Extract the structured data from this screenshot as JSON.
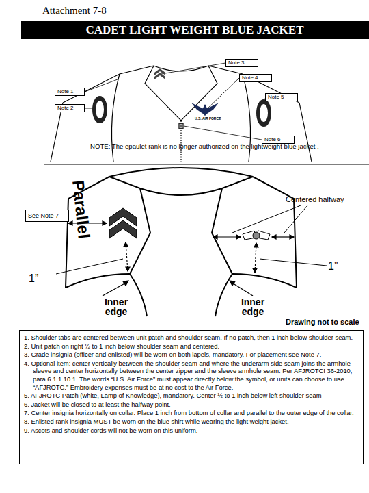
{
  "diagram": {
    "title": "CADET LIGHT WEIGHT BLUE JACKET",
    "nodes": [
      {
        "text": [
          "Note 3"
        ]
      },
      {
        "text": [
          "Note 4"
        ]
      },
      {
        "text": [
          "Note 1"
        ]
      },
      {
        "text": [
          "Note 2"
        ]
      },
      {
        "text": [
          "Note 5"
        ]
      },
      {
        "text": [
          "Note 6"
        ]
      },
      {
        "text": [
          "See Note 7"
        ]
      },
      {
        "text": [
          "1. Shoulder tabs are centered between unit patch and shoulder seam. If no patch, then 1 inch below shoulder seam.",
          "2. Unit patch on right ½ to 1 inch below shoulder seam and centered.",
          "3. Grade insignia (officer and enlisted) will be worn on both lapels, mandatory. For placement see Note 7.",
          "4. Optional item: center vertically between the shoulder seam and where the underarm side seam joins the armhole sleeve and center horizontally between the center zipper and the sleeve armhole seam. Per AFJROTCI 36-2010, para 6.1.1.10.1. The words “U.S. Air Force” must appear directly below the symbol, or units can choose to use “AFJROTC.” Embroidery expenses must be at no cost to the Air Force.",
          "5. AFJROTC Patch (white, Lamp of Knowledge), mandatory. Center ½ to 1 inch below left shoulder seam",
          "6. Jacket will be closed to at least the halfway point.",
          "7. Center insignia horizontally on collar. Place 1 inch from bottom of collar and parallel to the outer edge of the collar.",
          "8. Enlisted rank insignia MUST be worn on the blue shirt while wearing the light weight jacket.",
          "9. Ascots and shoulder cords will not be worn on this uniform."
        ]
      }
    ],
    "labels": [
      "Attachment 7-8",
      "U.S. AIR FORCE",
      "NOTE: The epaulet rank is no longer authorized on the lightweight blue jacket .",
      "Parallel",
      "Centered halfway",
      "1”",
      "1”",
      "Inner edge",
      "Inner edge",
      "Drawing not to scale"
    ]
  }
}
